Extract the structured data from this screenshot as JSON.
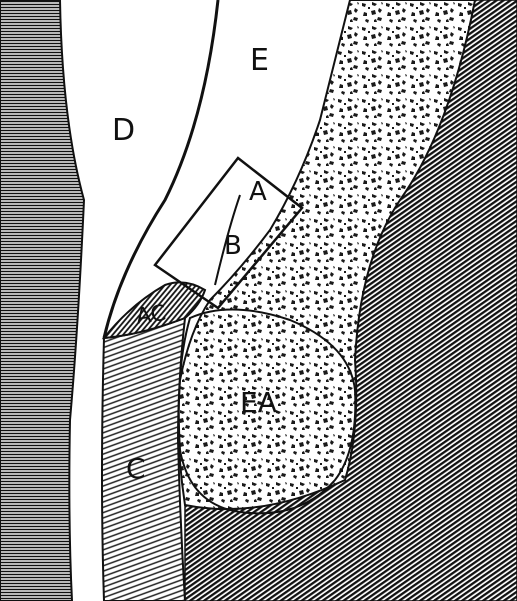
{
  "figure": {
    "colors": {
      "ink": "#111111",
      "paper": "#ffffff",
      "hatch_dark": "#1a1a1a",
      "speckle": "#222222"
    },
    "labels": {
      "a": "A",
      "b": "B",
      "ac": "AC",
      "c": "C",
      "d": "D",
      "e": "E",
      "ea": "EA"
    }
  }
}
